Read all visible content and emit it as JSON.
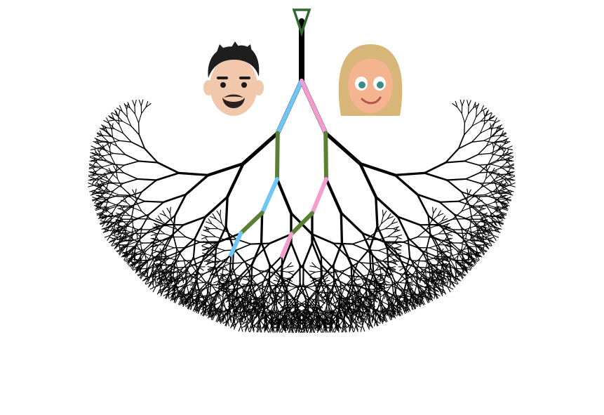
{
  "diagram": {
    "type": "binary-tree-fractal",
    "depth": 10,
    "colors": {
      "branch": "#000000",
      "background": "#ffffff",
      "start_marker": "#2f6b2f",
      "path_male": [
        "#6ec6f5",
        "#5a7f35"
      ],
      "path_female": [
        "#f59bd0",
        "#5a7f35"
      ]
    },
    "avatars": [
      {
        "name": "male-avatar-icon",
        "hair": "#1e1e1e",
        "skin": "#f2c8ad",
        "beard": "#2a2220"
      },
      {
        "name": "female-avatar-icon",
        "hair": "#d8b578",
        "skin": "#f3b48f",
        "eyes": "#3a8a8a"
      }
    ],
    "male_path_sequence": [
      "left",
      "right",
      "left",
      "left",
      "right"
    ],
    "female_path_sequence": [
      "right",
      "left",
      "left",
      "left",
      "right"
    ]
  }
}
